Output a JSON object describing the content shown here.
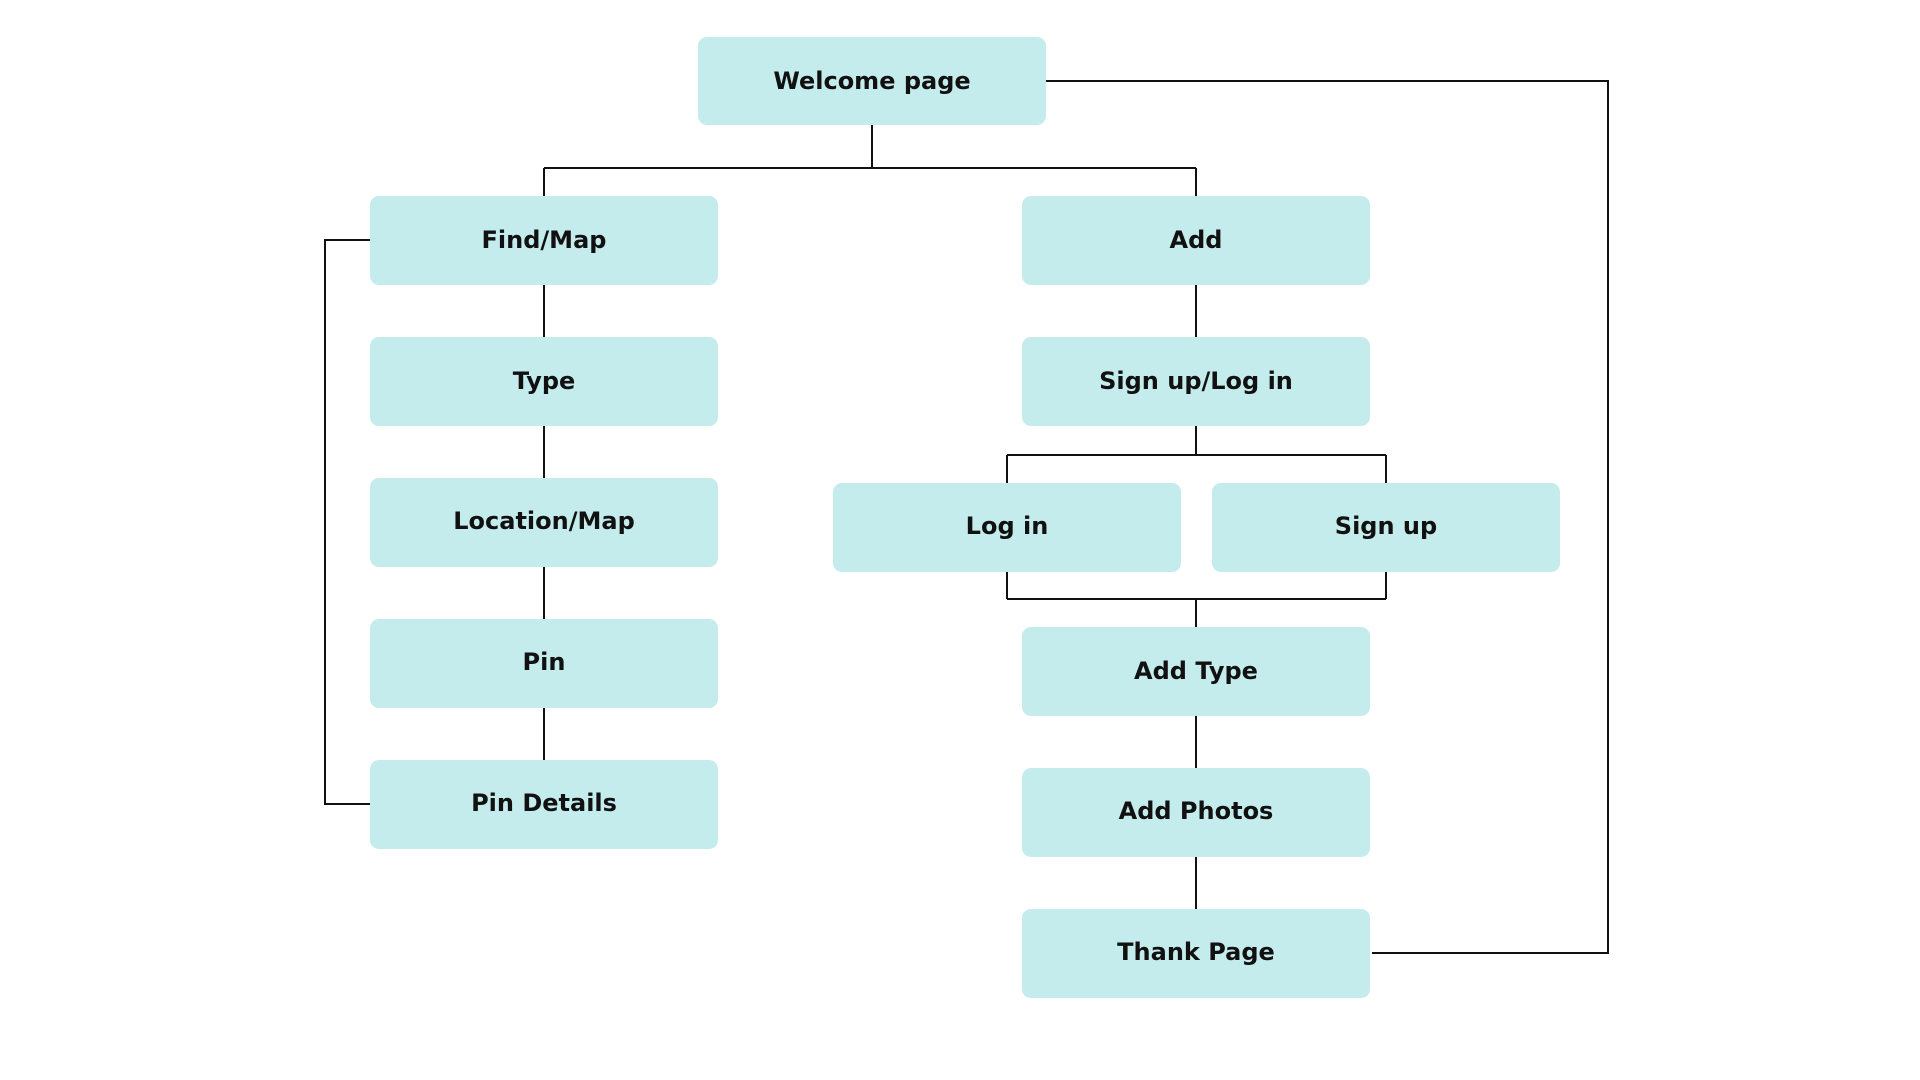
{
  "diagram": {
    "colors": {
      "node_fill": "#c5eced",
      "text": "#111111",
      "connector": "#111111",
      "background": "#ffffff"
    },
    "nodes": {
      "welcome": "Welcome page",
      "find_map": "Find/Map",
      "type": "Type",
      "location_map": "Location/Map",
      "pin": "Pin",
      "pin_details": "Pin Details",
      "add": "Add",
      "signup_login": "Sign up/Log in",
      "login": "Log in",
      "signup": "Sign up",
      "add_type": "Add Type",
      "add_photos": "Add Photos",
      "thank_page": "Thank Page"
    }
  }
}
